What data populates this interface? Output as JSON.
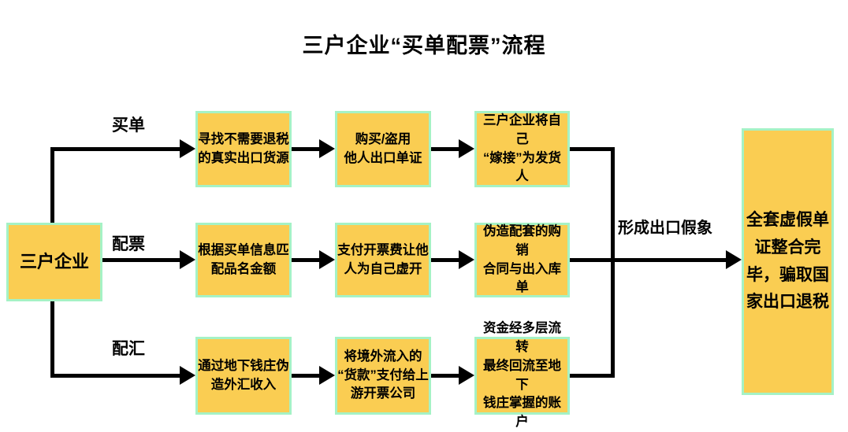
{
  "title": "三户企业“买单配票”流程",
  "source": {
    "label": "三户企业"
  },
  "branches": [
    {
      "label": "买单",
      "steps": [
        "寻找不需要退税\n的真实出口货源",
        "购买/盗用\n他人出口单证",
        "三户企业将自己\n“嫁接”为发货人"
      ]
    },
    {
      "label": "配票",
      "steps": [
        "根据买单信息匹\n配品名金额",
        "支付开票费让他\n人为自己虚开",
        "伪造配套的购销\n合同与出入库单"
      ]
    },
    {
      "label": "配汇",
      "steps": [
        "通过地下钱庄伪\n造外汇收入",
        "将境外流入的\n“货款”支付给上\n游开票公司",
        "资金经多层流转\n最终回流至地下\n钱庄掌握的账户"
      ]
    }
  ],
  "convergence_label": "形成出口假象",
  "result": {
    "label": "全套虚假单\n证整合完\n毕，骗取国\n家出口退税"
  },
  "colors": {
    "box_fill": "#FACD52",
    "box_border": "#A5F2C5",
    "connector": "#000000",
    "text": "#000000",
    "background": "#FFFFFF"
  }
}
